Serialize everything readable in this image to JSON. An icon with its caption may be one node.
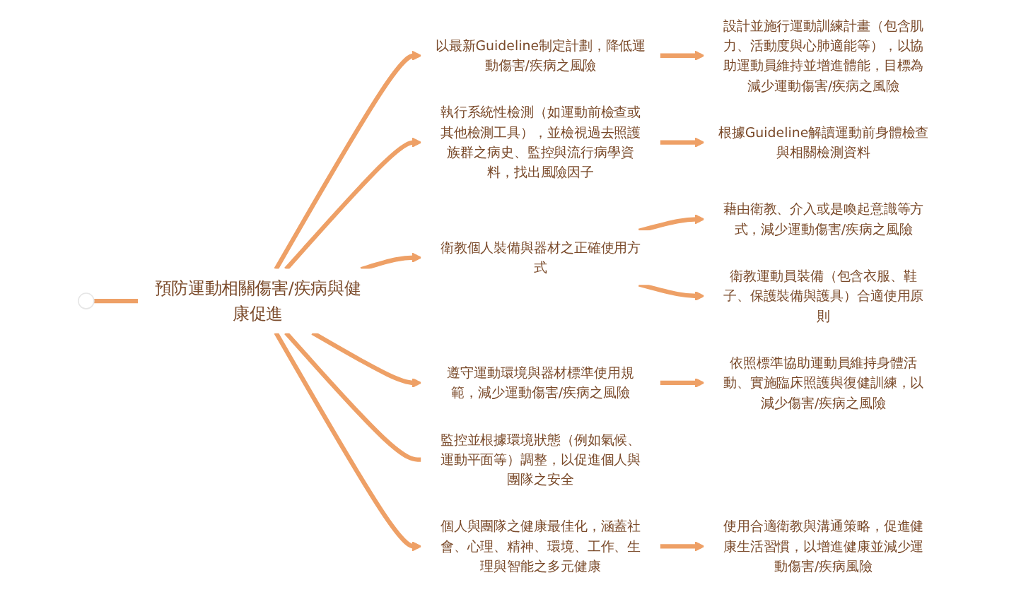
{
  "diagram": {
    "nodes": [
      {
        "text": [
          "預防運動相關傷害/疾病與健康促進"
        ]
      },
      {
        "text": [
          "以最新Guideline制定計劃，降低運動傷害/疾病之風險"
        ]
      },
      {
        "text": [
          "設計並施行運動訓練計畫（包含肌力、活動度與心肺適能等），以協助運動員維持並增進體能，目標為減少運動傷害/疾病之風險"
        ]
      },
      {
        "text": [
          "執行系統性檢測（如運動前檢查或其他檢測工具），並檢視過去照護族群之病史、監控與流行病學資料，找出風險因子"
        ]
      },
      {
        "text": [
          "根據Guideline解讀運動前身體檢查與相關檢測資料"
        ]
      },
      {
        "text": [
          "衛教個人裝備與器材之正確使用方式"
        ]
      },
      {
        "text": [
          "藉由衛教、介入或是喚起意識等方式，減少運動傷害/疾病之風險"
        ]
      },
      {
        "text": [
          "衛教運動員裝備（包含衣服、鞋子、保護裝備與護具）合適使用原則"
        ]
      },
      {
        "text": [
          "遵守運動環境與器材標準使用規範，減少運動傷害/疾病之風險"
        ]
      },
      {
        "text": [
          "依照標準協助運動員維持身體活動、實施臨床照護與復健訓練，以減少傷害/疾病之風險"
        ]
      },
      {
        "text": [
          "監控並根據環境狀態（例如氣候、運動平面等）調整，以促進個人與團隊之安全"
        ]
      },
      {
        "text": [
          "個人與團隊之健康最佳化，涵蓋社會、心理、精神、環境、工作、生理與智能之多元健康"
        ]
      },
      {
        "text": [
          "使用合適衛教與溝通策略，促進健康生活習慣，以增進健康並減少運動傷害/疾病風險"
        ]
      }
    ],
    "edges": [
      {
        "from": null,
        "to": 0,
        "arrow": "none"
      },
      {
        "from": 0,
        "to": 1,
        "arrow": "to"
      },
      {
        "from": 1,
        "to": 2,
        "arrow": "to"
      },
      {
        "from": 0,
        "to": 3,
        "arrow": "to"
      },
      {
        "from": 3,
        "to": 4,
        "arrow": "to"
      },
      {
        "from": 0,
        "to": 5,
        "arrow": "to"
      },
      {
        "from": 5,
        "to": 6,
        "arrow": "to"
      },
      {
        "from": 5,
        "to": 7,
        "arrow": "to"
      },
      {
        "from": 0,
        "to": 8,
        "arrow": "to"
      },
      {
        "from": 8,
        "to": 9,
        "arrow": "to"
      },
      {
        "from": 0,
        "to": 10,
        "arrow": "none"
      },
      {
        "from": 0,
        "to": 11,
        "arrow": "to"
      },
      {
        "from": 11,
        "to": 12,
        "arrow": "to"
      }
    ]
  }
}
